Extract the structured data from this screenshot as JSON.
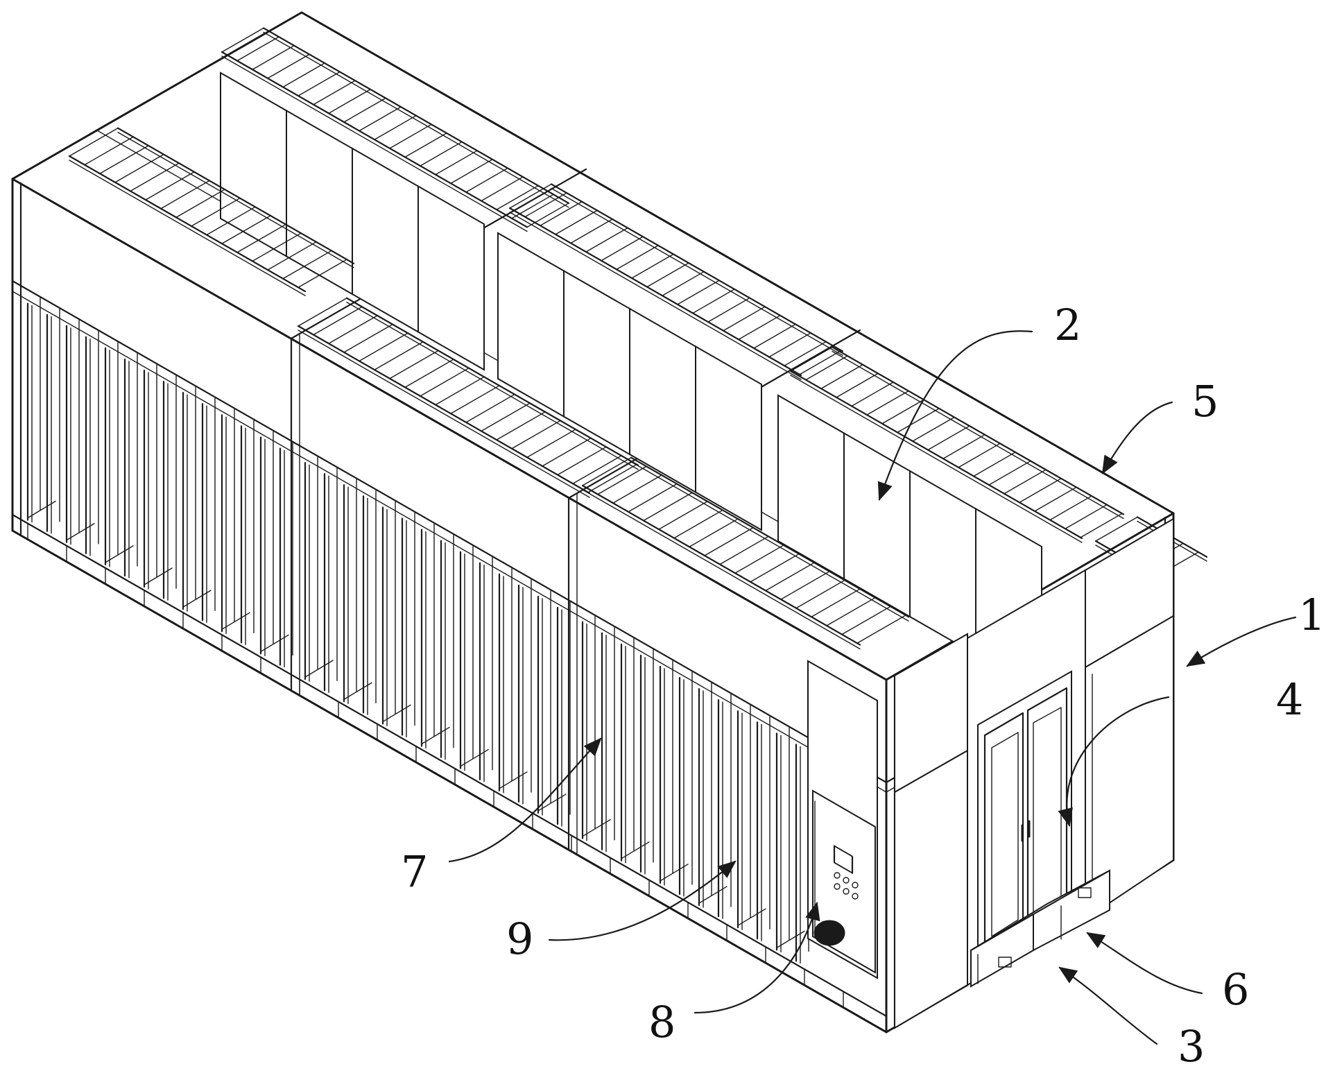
{
  "figure": {
    "background": "#ffffff",
    "line_color": "#1a1a1a"
  },
  "callouts": [
    {
      "id": "1",
      "text": "1"
    },
    {
      "id": "2",
      "text": "2"
    },
    {
      "id": "3",
      "text": "3"
    },
    {
      "id": "4",
      "text": "4"
    },
    {
      "id": "5",
      "text": "5"
    },
    {
      "id": "6",
      "text": "6"
    },
    {
      "id": "7",
      "text": "7"
    },
    {
      "id": "8",
      "text": "8"
    },
    {
      "id": "9",
      "text": "9"
    }
  ]
}
